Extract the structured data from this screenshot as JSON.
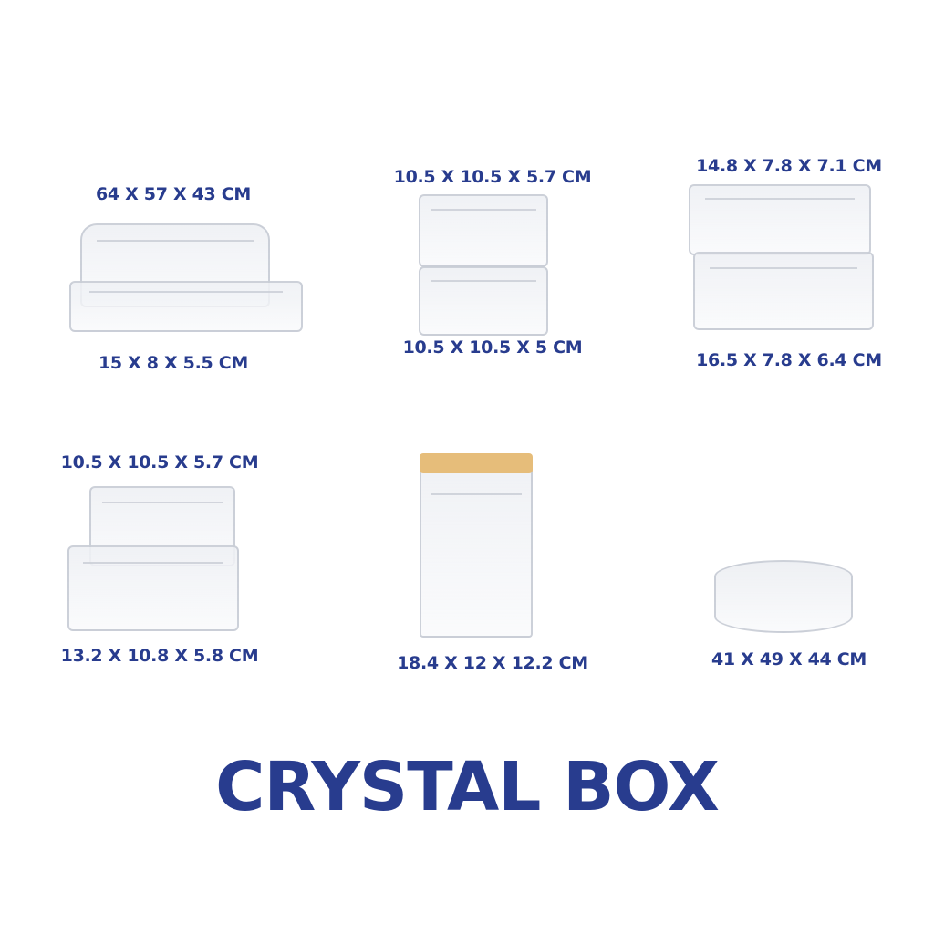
{
  "title": "CRYSTAL BOX",
  "brand_color": "#283c8e",
  "products": [
    {
      "id": "p1",
      "labels": [
        "64 X 57 X 43 CM",
        "15 X 8 X 5.5 CM"
      ]
    },
    {
      "id": "p2",
      "labels": [
        "10.5 X 10.5 X 5.7 CM",
        "10.5 X 10.5 X 5 CM"
      ]
    },
    {
      "id": "p3",
      "labels": [
        "14.8 X 7.8 X 7.1 CM",
        "16.5 X 7.8 X 6.4 CM"
      ]
    },
    {
      "id": "p4",
      "labels": [
        "10.5 X 10.5 X 5.7 CM",
        "13.2 X 10.8 X 5.8 CM"
      ]
    },
    {
      "id": "p5",
      "labels": [
        "18.4 X 12 X 12.2 CM"
      ]
    },
    {
      "id": "p6",
      "labels": [
        "41 X 49 X 44 CM"
      ]
    }
  ]
}
